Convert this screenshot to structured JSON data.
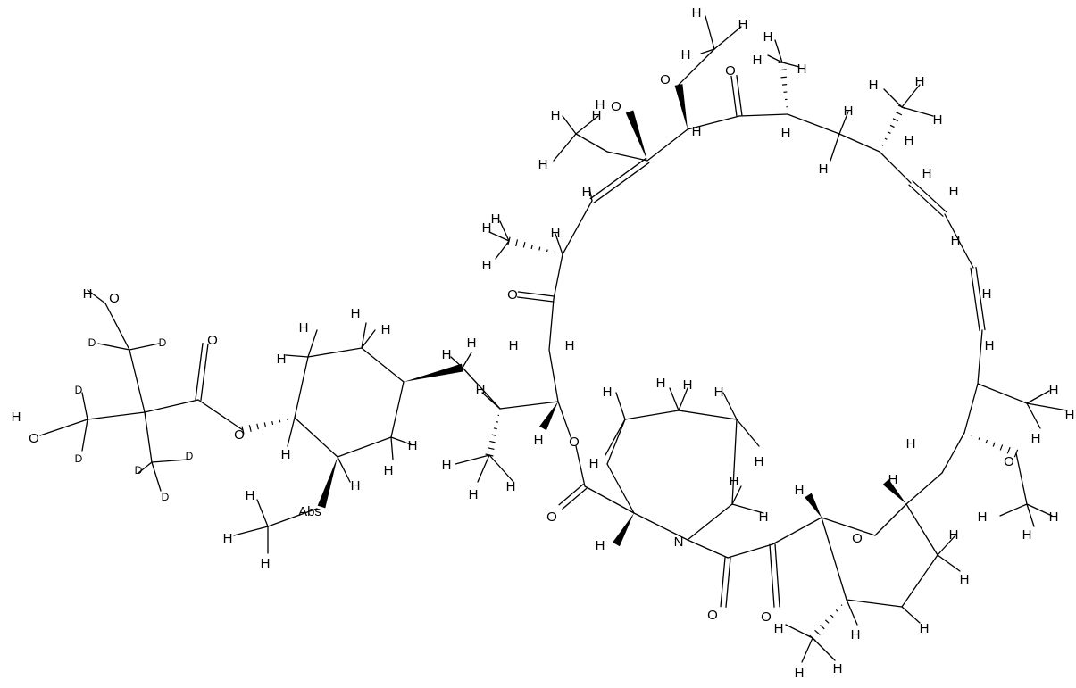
{
  "structure": {
    "atom_labels": [
      "H",
      "D",
      "O",
      "N",
      "Abs"
    ],
    "colors": {
      "ink": "#000000",
      "background": "#ffffff"
    }
  }
}
